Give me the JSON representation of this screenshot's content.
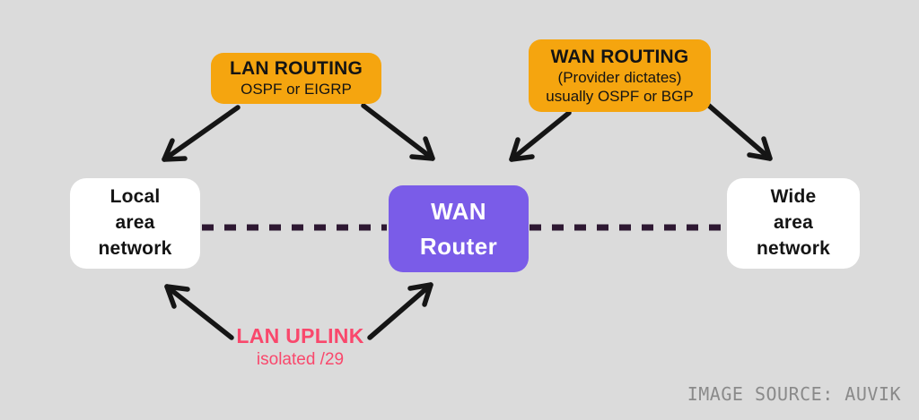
{
  "colors": {
    "background": "#DBDBDB",
    "badge_bg": "#F5A50F",
    "router_bg": "#7A5CE8",
    "node_bg": "#FFFFFF",
    "node_text": "#141414",
    "link_dash": "#2E1832",
    "arrow": "#151515",
    "uplink_pink": "#F9486C",
    "source_text": "#8A8A8A"
  },
  "nodes": {
    "lan": {
      "label": "Local\narea\nnetwork"
    },
    "router": {
      "label": "WAN\nRouter"
    },
    "wan": {
      "label": "Wide\narea\nnetwork"
    }
  },
  "annotations": {
    "lan_routing": {
      "title": "LAN ROUTING",
      "subtitle": "OSPF or EIGRP"
    },
    "wan_routing": {
      "title": "WAN ROUTING",
      "line2": "(Provider dictates)",
      "line3": "usually OSPF or BGP"
    },
    "lan_uplink": {
      "title": "LAN UPLINK",
      "subtitle": "isolated /29"
    }
  },
  "footer": {
    "source": "IMAGE SOURCE: AUVIK"
  }
}
